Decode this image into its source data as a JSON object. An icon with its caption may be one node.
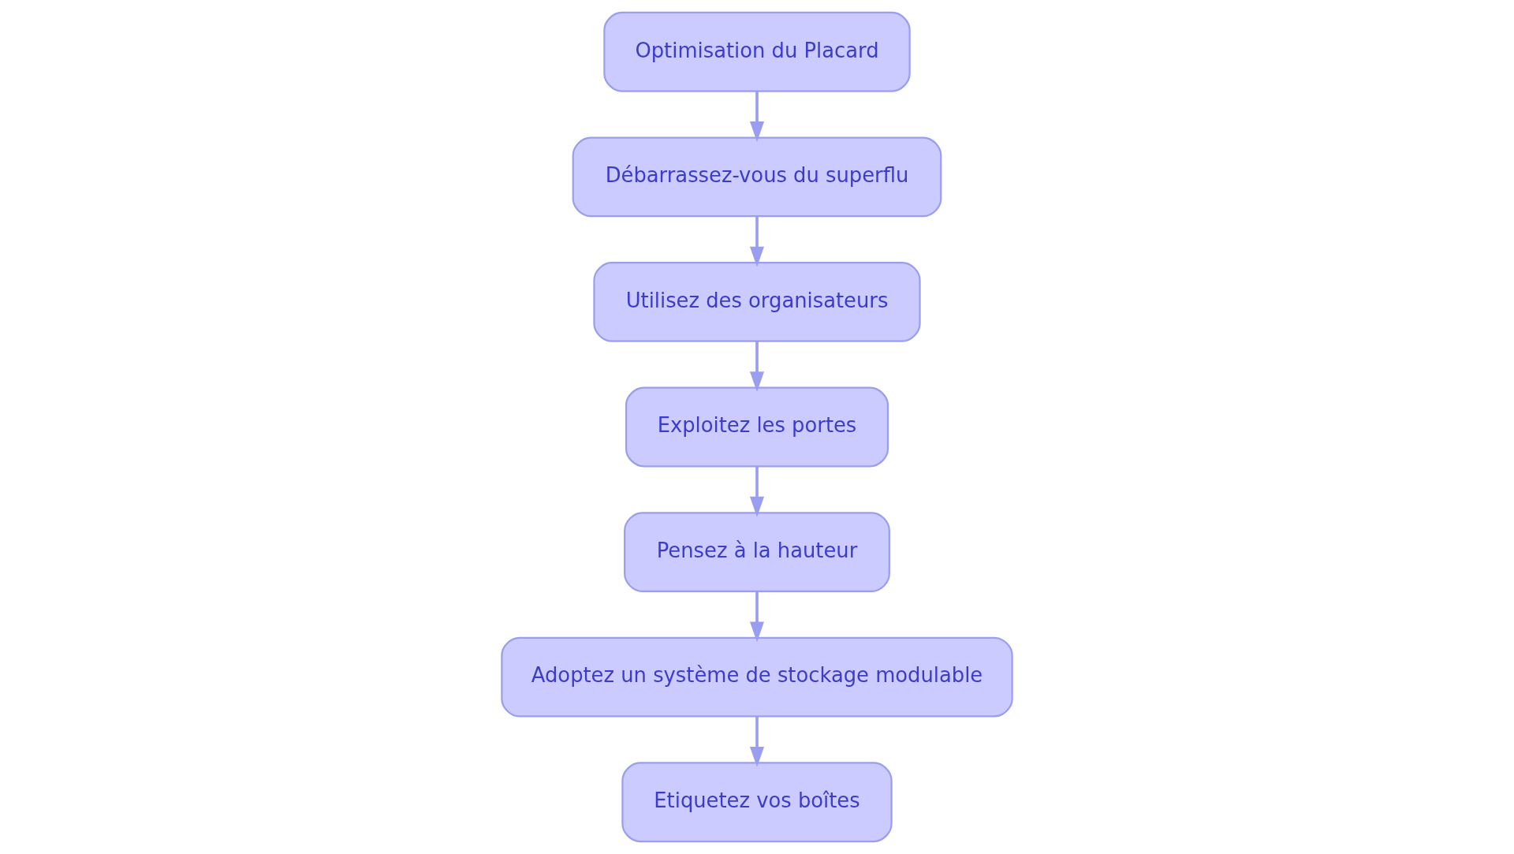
{
  "diagram": {
    "nodes": [
      {
        "text": [
          "Optimisation du Placard"
        ]
      },
      {
        "text": [
          "Débarrassez-vous du superflu"
        ]
      },
      {
        "text": [
          "Utilisez des organisateurs"
        ]
      },
      {
        "text": [
          "Exploitez les portes"
        ]
      },
      {
        "text": [
          "Pensez à la hauteur"
        ]
      },
      {
        "text": [
          "Adoptez un système de stockage modulable"
        ]
      },
      {
        "text": [
          "Etiquetez vos boîtes"
        ]
      }
    ],
    "edges": [
      {
        "from": 0,
        "to": 1,
        "arrow": "to"
      },
      {
        "from": 1,
        "to": 2,
        "arrow": "to"
      },
      {
        "from": 2,
        "to": 3,
        "arrow": "to"
      },
      {
        "from": 3,
        "to": 4,
        "arrow": "to"
      },
      {
        "from": 4,
        "to": 5,
        "arrow": "to"
      },
      {
        "from": 5,
        "to": 6,
        "arrow": "to"
      }
    ]
  }
}
